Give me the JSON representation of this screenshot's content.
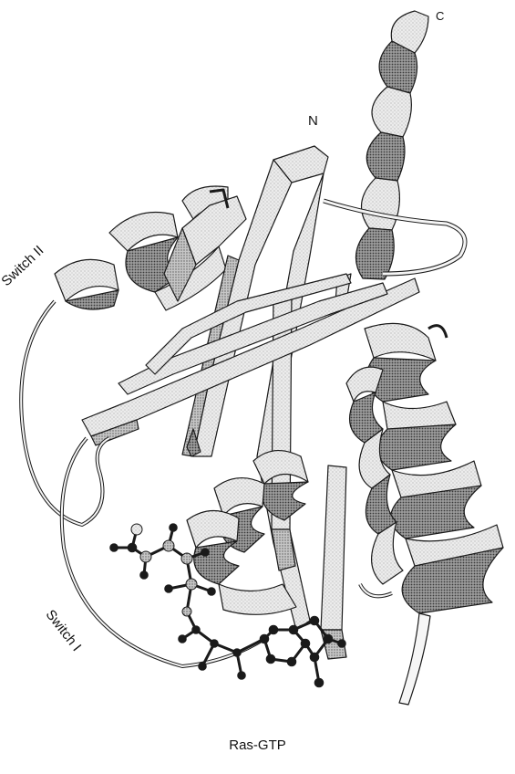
{
  "labels": {
    "n_terminus": "N",
    "c_terminus": "C",
    "switch_2": "Switch II",
    "switch_1": "Switch I"
  },
  "caption": "Ras-GTP"
}
